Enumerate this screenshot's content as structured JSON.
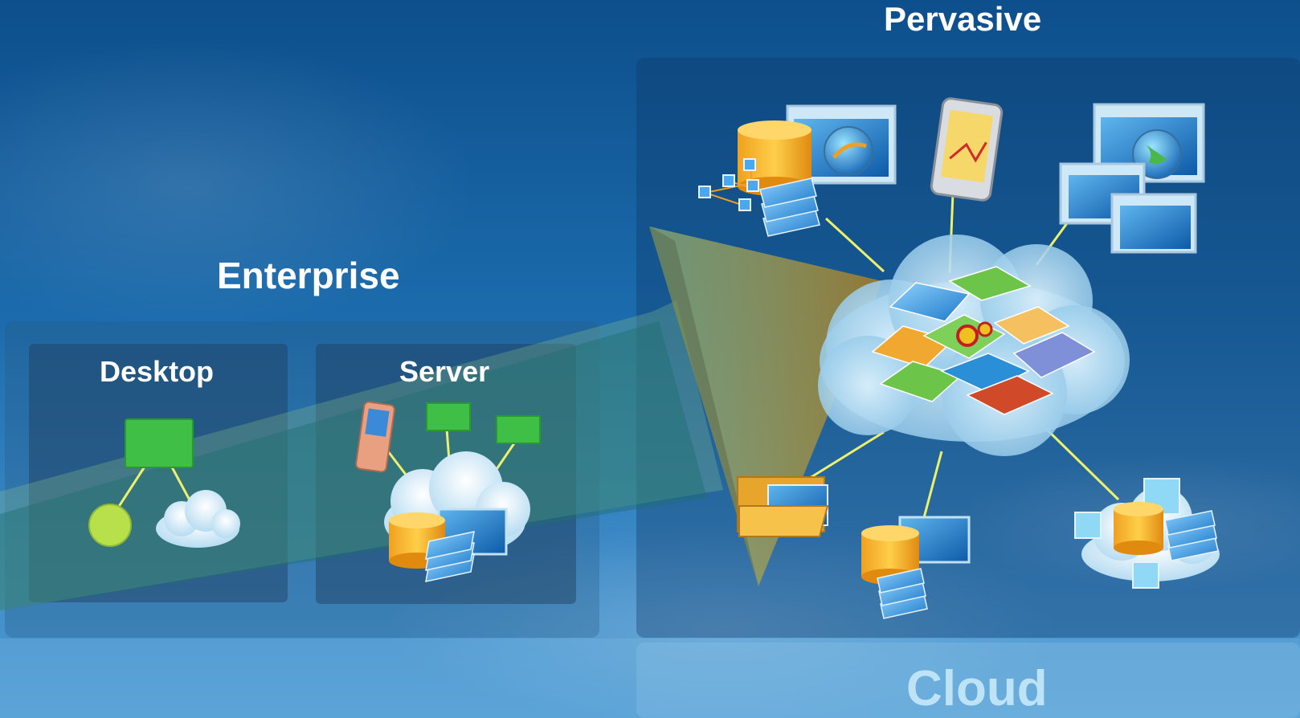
{
  "titles": {
    "enterprise": "Enterprise",
    "desktop": "Desktop",
    "server": "Server",
    "pervasive": "Pervasive",
    "cloud": "Cloud"
  },
  "colors": {
    "background": "#1c6cad",
    "connector": "#ecf06a",
    "green_node": "#3fbf45",
    "database": "#f6a21c",
    "layer_blue": "#3fa0e6",
    "arrow": "#9c7a2a"
  },
  "icons": [
    "green-box-icon",
    "lime-circle-icon",
    "cloud-icon",
    "mobile-phone-icon",
    "database-icon",
    "layers-icon",
    "globe-window-icon",
    "smartphone-map-icon",
    "folder-icon",
    "map-layers-icon"
  ]
}
